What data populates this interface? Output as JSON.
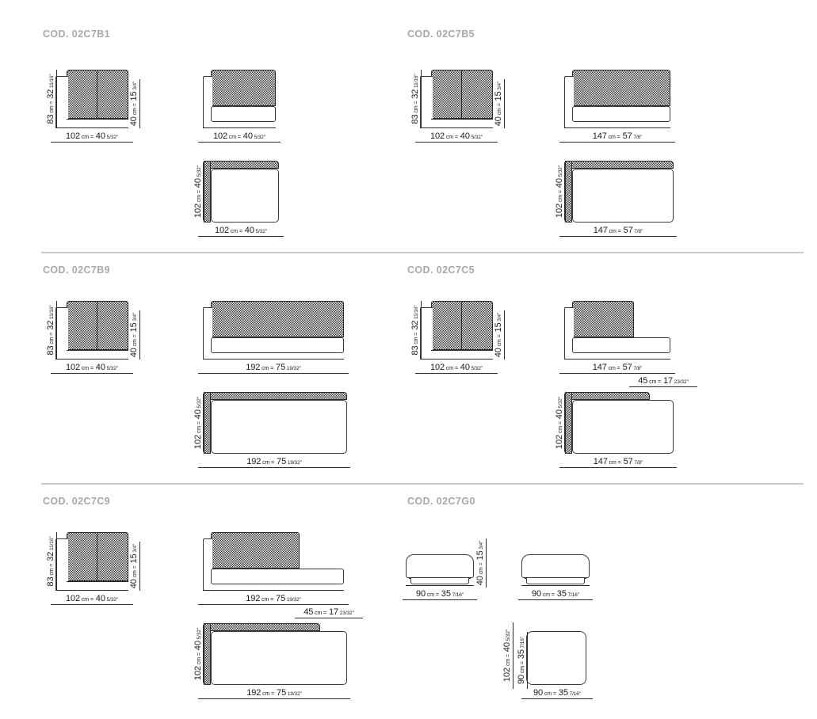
{
  "page": {
    "type": "furniture-technical-dimension-sheet",
    "units": "cm and inches",
    "rule_color": "#c9c9c9",
    "header_color": "#a8a8a8",
    "line_color": "#2b2b2b"
  },
  "dimensions": {
    "h83": {
      "cm": "83",
      "unit": "cm",
      "eq": "=",
      "in": "32",
      "frac": "11/16",
      "mark": "\""
    },
    "h40": {
      "cm": "40",
      "unit": "cm",
      "eq": "=",
      "in": "15",
      "frac": "3/4",
      "mark": "\""
    },
    "w102": {
      "cm": "102",
      "unit": "cm",
      "eq": "=",
      "in": "40",
      "frac": "5/32",
      "mark": "\""
    },
    "w147": {
      "cm": "147",
      "unit": "cm",
      "eq": "=",
      "in": "57",
      "frac": "7/8",
      "mark": "\""
    },
    "w192": {
      "cm": "192",
      "unit": "cm",
      "eq": "=",
      "in": "75",
      "frac": "19/32",
      "mark": "\""
    },
    "d45": {
      "cm": "45",
      "unit": "cm",
      "eq": "=",
      "in": "17",
      "frac": "23/32",
      "mark": "\""
    },
    "w90": {
      "cm": "90",
      "unit": "cm",
      "eq": "=",
      "in": "35",
      "frac": "7/16",
      "mark": "\""
    }
  },
  "sections": [
    {
      "id": "r1c1",
      "code": "COD. 02C7B1",
      "views": [
        "front-elevation",
        "side-elevation",
        "plan"
      ]
    },
    {
      "id": "r1c2",
      "code": "COD. 02C7B5",
      "views": [
        "front-elevation",
        "side-elevation",
        "plan"
      ]
    },
    {
      "id": "r2c1",
      "code": "COD. 02C7B9",
      "views": [
        "front-elevation",
        "side-elevation",
        "plan"
      ]
    },
    {
      "id": "r2c2",
      "code": "COD. 02C7C5",
      "views": [
        "front-elevation",
        "side-elevation",
        "plan"
      ]
    },
    {
      "id": "r3c1",
      "code": "COD. 02C7C9",
      "views": [
        "front-elevation",
        "side-elevation",
        "plan"
      ]
    },
    {
      "id": "r3c2",
      "code": "COD. 02C7G0",
      "views": [
        "front-elevation",
        "side-elevation",
        "plan"
      ]
    }
  ]
}
